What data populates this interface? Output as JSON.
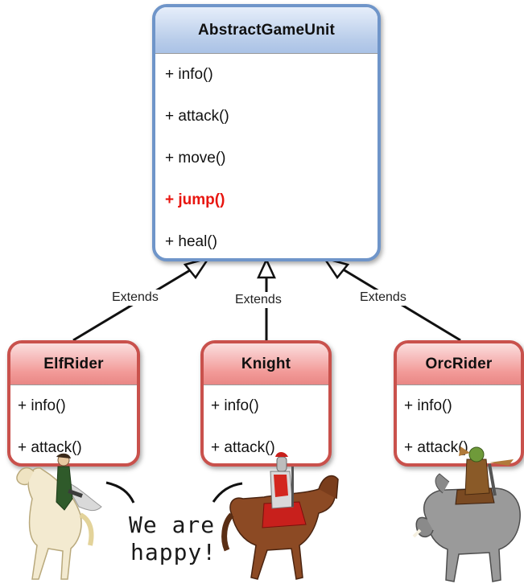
{
  "base_class": {
    "name": "AbstractGameUnit",
    "operations": [
      {
        "text": "+ info()",
        "highlight": false
      },
      {
        "text": "+ attack()",
        "highlight": false
      },
      {
        "text": "+ move()",
        "highlight": false
      },
      {
        "text": "+ jump()",
        "highlight": true
      },
      {
        "text": "+ heal()",
        "highlight": false
      }
    ]
  },
  "subclasses": [
    {
      "name": "ElfRider",
      "operations": [
        "+ info()",
        "+ attack()"
      ],
      "relation": "Extends"
    },
    {
      "name": "Knight",
      "operations": [
        "+ info()",
        "+ attack()"
      ],
      "relation": "Extends"
    },
    {
      "name": "OrcRider",
      "operations": [
        "+ info()",
        "+ attack()"
      ],
      "relation": "Extends"
    }
  ],
  "speech": {
    "line1": "We are",
    "line2": "happy!"
  },
  "colors": {
    "base_border": "#6f95c9",
    "sub_border": "#c9514c",
    "highlight": "#e8150f"
  },
  "illustrations": [
    "elf-rider-on-horse",
    "knight-on-horse",
    "orc-rider-on-boar"
  ]
}
